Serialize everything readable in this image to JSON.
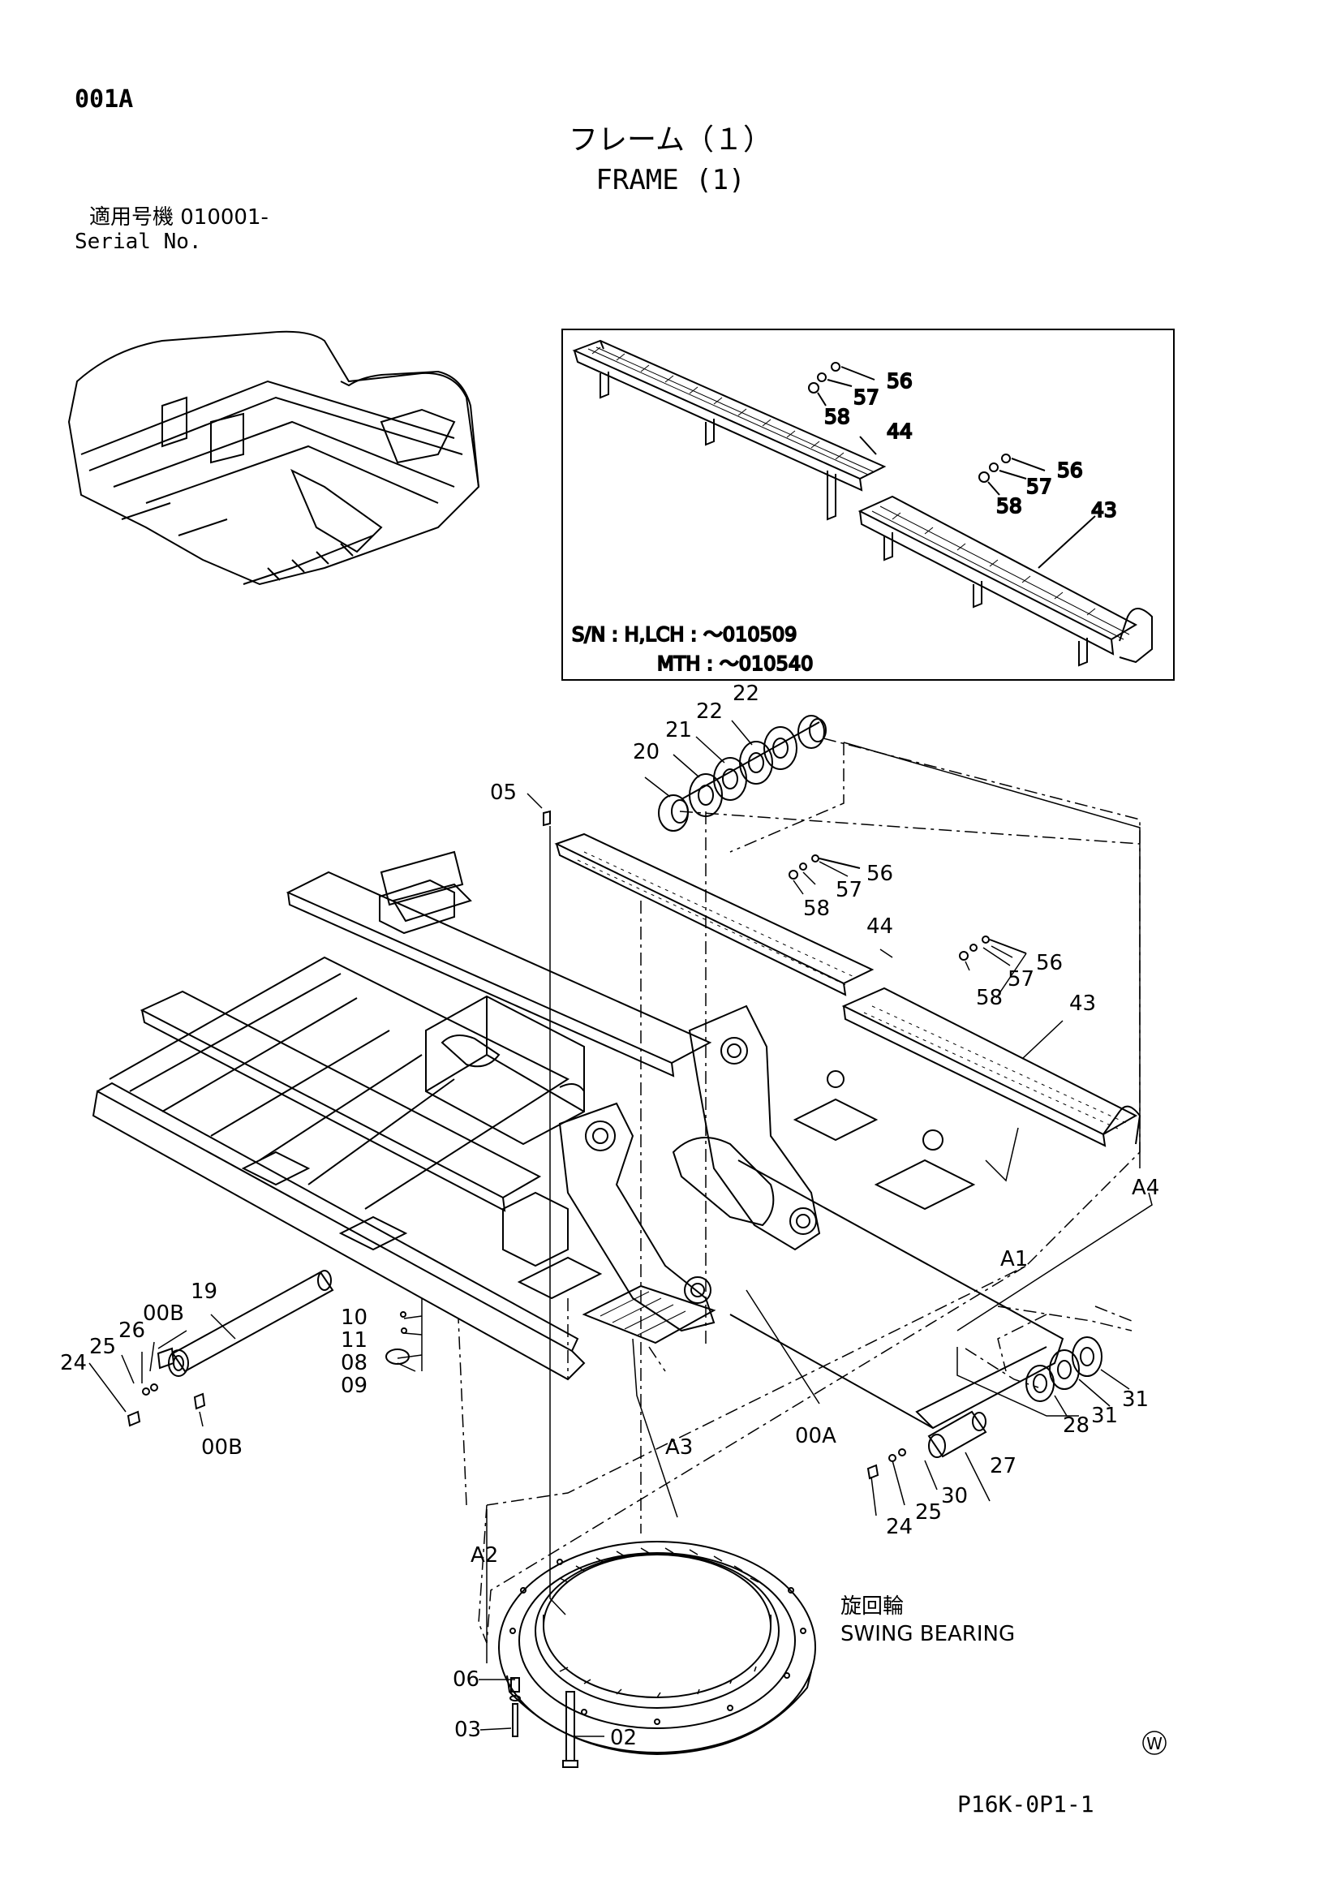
{
  "header": {
    "page_code": "001A",
    "title_jp": "フレーム（１）",
    "title_en": "FRAME (1)",
    "serial_jp": "適用号機  010001-",
    "serial_en": "Serial No."
  },
  "inset": {
    "sn_line1": "S/N :  H,LCH :  ～010509",
    "sn_line2": "MTH :  ～010540",
    "parts": [
      "56",
      "57",
      "58",
      "44",
      "56",
      "57",
      "58",
      "43"
    ]
  },
  "parts": {
    "p02": "02",
    "p03": "03",
    "p05": "05",
    "p06": "06",
    "p08": "08",
    "p09": "09",
    "p10": "10",
    "p11": "11",
    "p19": "19",
    "p20": "20",
    "p21": "21",
    "p22a": "22",
    "p22b": "22",
    "p24a": "24",
    "p24b": "24",
    "p25a": "25",
    "p25b": "25",
    "p26": "26",
    "p27": "27",
    "p28": "28",
    "p30": "30",
    "p31a": "31",
    "p31b": "31",
    "p43": "43",
    "p44": "44",
    "p56a": "56",
    "p56b": "56",
    "p57a": "57",
    "p57b": "57",
    "p58a": "58",
    "p58b": "58",
    "p00a": "00A",
    "p00b1": "00B",
    "p00b2": "00B",
    "a1": "A1",
    "a2": "A2",
    "a3": "A3",
    "a4": "A4"
  },
  "swing_bearing": {
    "label_jp": "旋回輪",
    "label_en": "SWING BEARING"
  },
  "footer": {
    "w_mark": "W",
    "page_ref": "P16K-0P1-1"
  }
}
